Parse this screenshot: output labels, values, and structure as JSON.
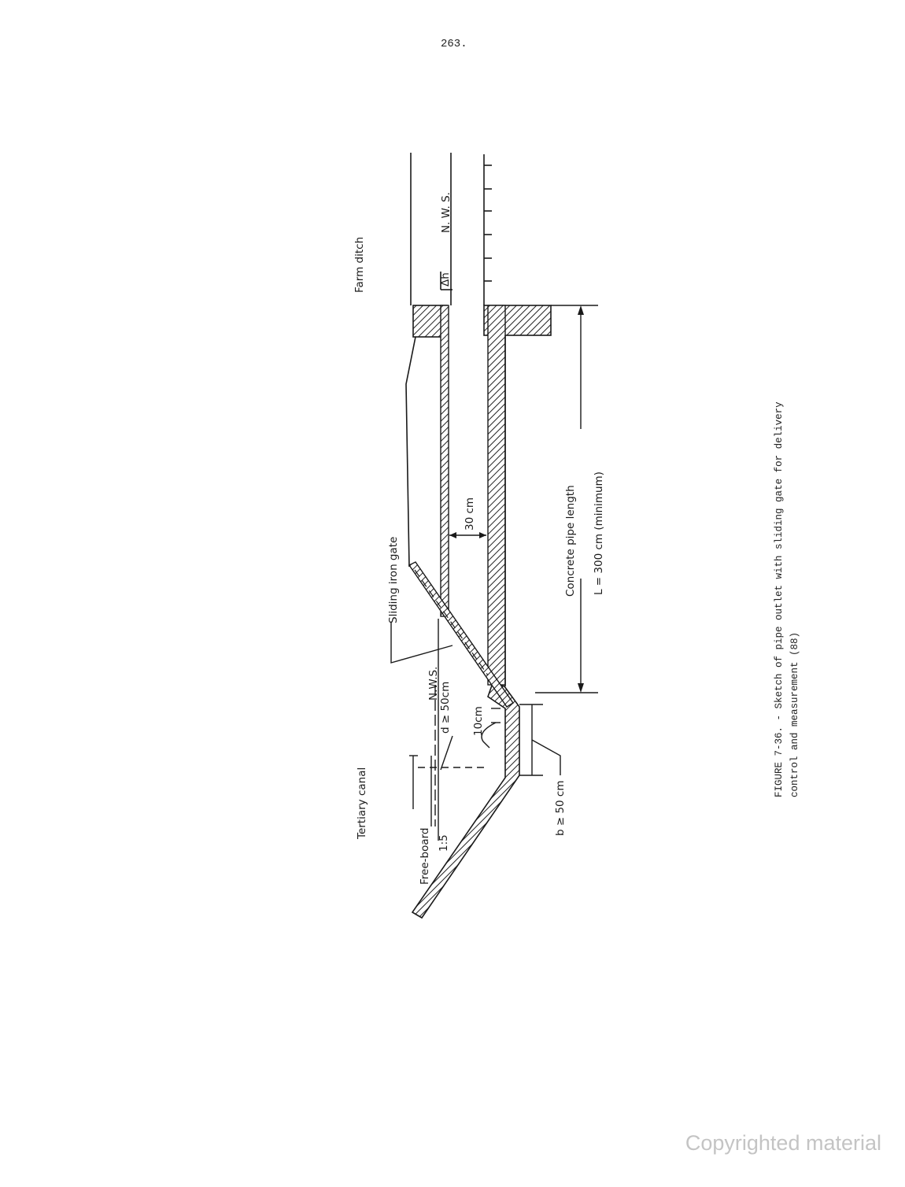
{
  "page": {
    "number": "263."
  },
  "figure": {
    "labels": {
      "farm_ditch": "Farm ditch",
      "tertiary_canal": "Tertiary canal",
      "nws_farm": "N. W. S.",
      "nws_canal": "N.W.S.",
      "delta_h": "Δh",
      "sliding_gate": "Sliding iron gate",
      "pipe_thickness": "30 cm",
      "pipe_length_1": "Concrete pipe length",
      "pipe_length_2": "L = 300 cm (minimum)",
      "free_board": "Free-board",
      "slope": "1:5",
      "depth": "d ≥ 50cm",
      "ten_cm": "10cm",
      "width": "b ≥ 50 cm"
    },
    "caption_line1": "FIGURE 7-36. - Sketch of pipe outlet with sliding gate for delivery",
    "caption_line2": "control and measurement (88)"
  },
  "watermark": "Copyrighted material"
}
